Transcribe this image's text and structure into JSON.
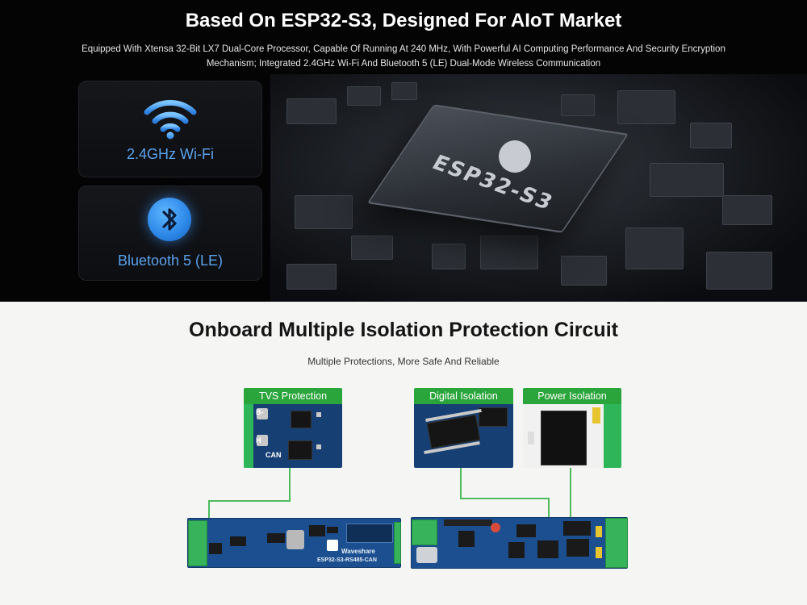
{
  "header": {
    "title": "Based On ESP32-S3, Designed For AIoT Market",
    "subtitle_line1": "Equipped With Xtensa 32-Bit LX7 Dual-Core Processor, Capable Of Running At 240 MHz, With Powerful AI Computing Performance And Security Encryption",
    "subtitle_line2": "Mechanism; Integrated 2.4GHz Wi-Fi And Bluetooth 5 (LE) Dual-Mode Wireless Communication"
  },
  "features": {
    "wifi_label": "2.4GHz Wi-Fi",
    "bluetooth_label": "Bluetooth 5 (LE)"
  },
  "chip": {
    "label": "ESP32-S3"
  },
  "isolation": {
    "title": "Onboard Multiple Isolation Protection Circuit",
    "subtitle": "Multiple Protections, More Safe And Reliable",
    "tags": {
      "tvs": "TVS Protection",
      "digital": "Digital Isolation",
      "power": "Power Isolation"
    },
    "silk": {
      "b": "B-",
      "h": "H",
      "can": "CAN",
      "board_name": "ESP32-S3-RS485-CAN",
      "brand": "Waveshare"
    }
  },
  "colors": {
    "accent_green": "#2aa53b",
    "wifi_blue": "#5aa2ec",
    "pcb_blue": "#1c4f8f"
  }
}
